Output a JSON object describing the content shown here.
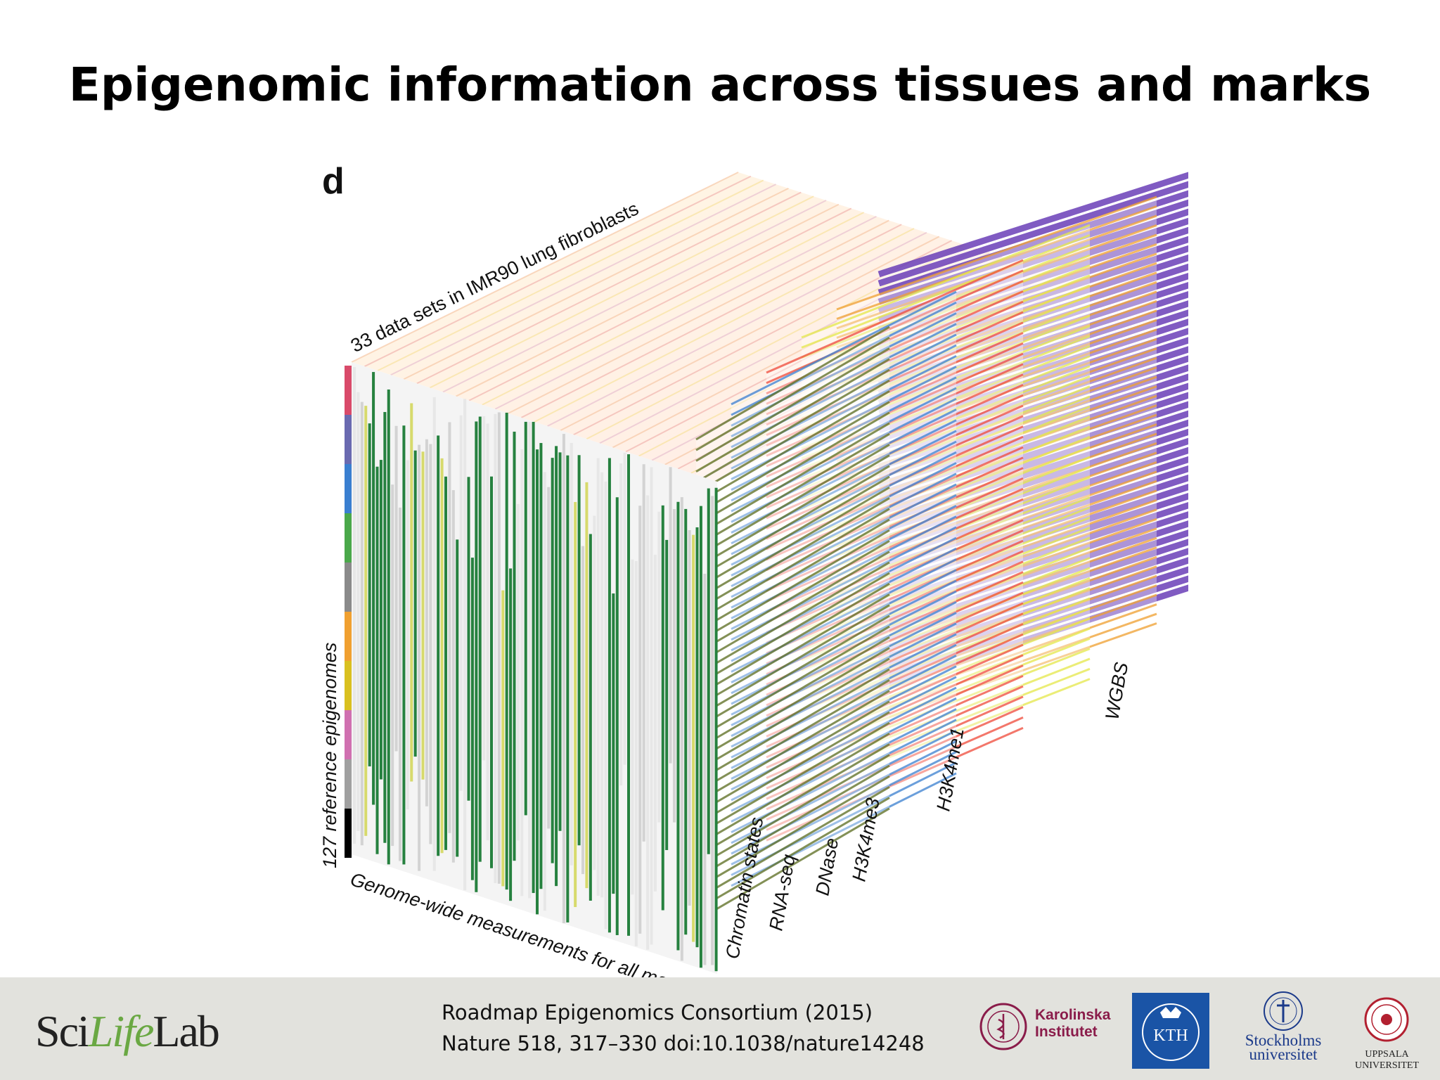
{
  "slide": {
    "title": "Epigenomic information across tissues and marks"
  },
  "figure": {
    "panel_letter": "d",
    "top_label": "33 data sets in IMR90 lung fibroblasts",
    "left_label": "127 reference epigenomes",
    "bottom_label": "Genome-wide measurements for all marks",
    "layers": [
      {
        "label": "Chromatin states",
        "color": "#5a6b1e"
      },
      {
        "label": "RNA-seq",
        "color": "#3a7fd0"
      },
      {
        "label": "DNase",
        "color": "#ef4a3a"
      },
      {
        "label": "H3K4me3",
        "color": "#e5e84a"
      },
      {
        "label": "H3K4me1",
        "color": "#f0a030"
      },
      {
        "label": "WGBS",
        "color": "#6a3fb8"
      }
    ],
    "front_face_color": "#1a7a35",
    "tissue_colors": [
      "#d94a6a",
      "#6a6ab0",
      "#3a7fd0",
      "#4aa84a",
      "#8a8a8a",
      "#f0a030",
      "#d9c020",
      "#d070b0",
      "#a0a0a0",
      "#000000"
    ]
  },
  "footer": {
    "logo_scilifelab": {
      "pre": "Sci",
      "mid": "Life",
      "post": "Lab"
    },
    "citation_line1": "Roadmap Epigenomics Consortium (2015)",
    "citation_line2": "Nature 518, 317–330 doi:10.1038/nature14248",
    "karolinska": {
      "line1": "Karolinska",
      "line2": "Institutet"
    },
    "kth": {
      "text": "KTH"
    },
    "stockholm": {
      "line1": "Stockholms",
      "line2": "universitet"
    },
    "uppsala": {
      "line1": "UPPSALA",
      "line2": "UNIVERSITET"
    }
  }
}
